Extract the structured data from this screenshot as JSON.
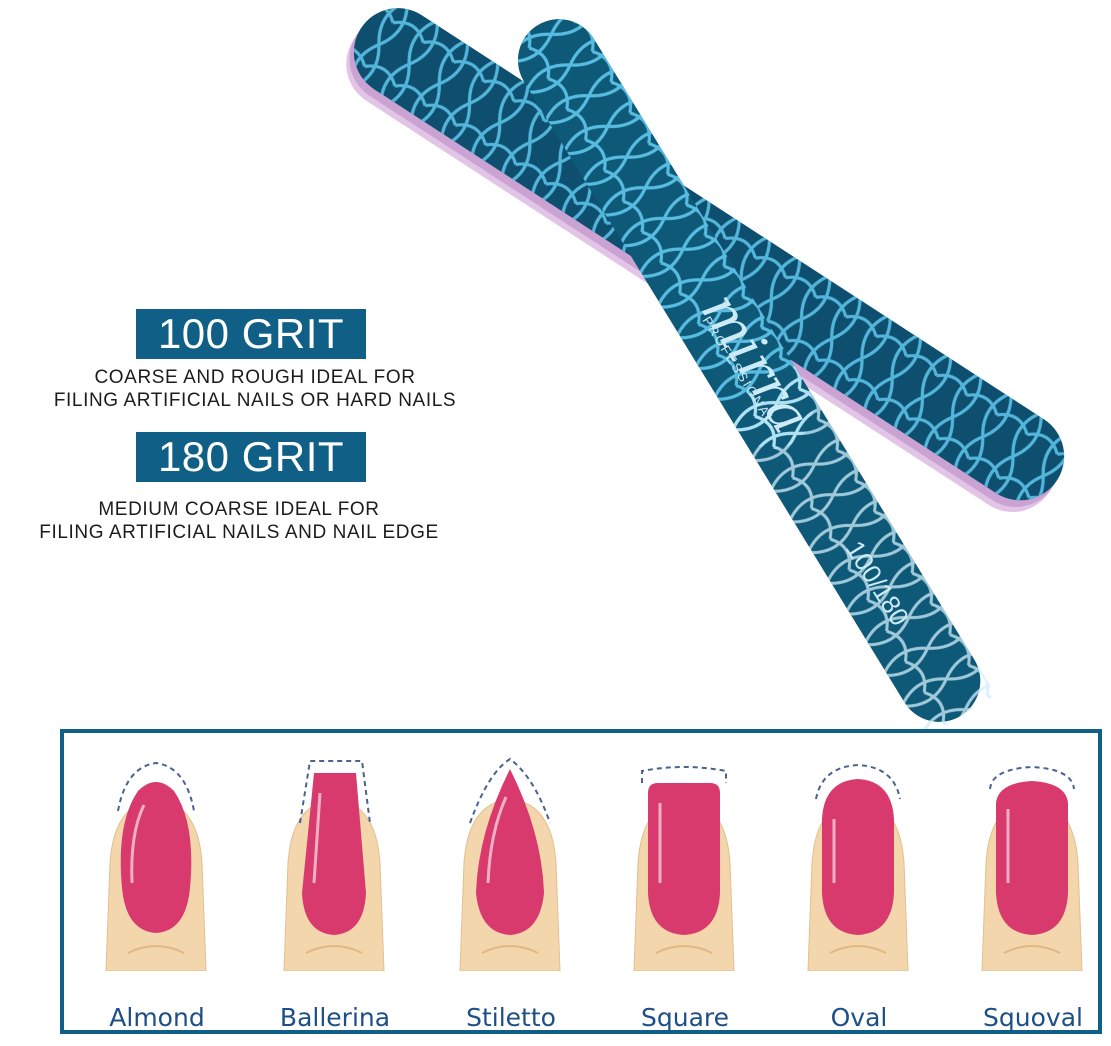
{
  "grits": [
    {
      "label": "100 GRIT",
      "description_lines": [
        "COARSE AND ROUGH IDEAL FOR",
        "FILING ARTIFICIAL NAILS OR HARD NAILS"
      ]
    },
    {
      "label": "180 GRIT",
      "description_lines": [
        "MEDIUM COARSE IDEAL FOR",
        "FILING ARTIFICIAL NAILS AND NAIL EDGE"
      ]
    }
  ],
  "file": {
    "brand": "mirra",
    "brand_sub": "PROFESSIONAL",
    "grit_marking": "100/180"
  },
  "shapes": [
    {
      "name": "Almond"
    },
    {
      "name": "Ballerina"
    },
    {
      "name": "Stiletto"
    },
    {
      "name": "Square"
    },
    {
      "name": "Oval"
    },
    {
      "name": "Squoval"
    }
  ],
  "colors": {
    "accent_blue": "#0f5f86",
    "file_blue": "#0e5878",
    "file_pattern": "#5fc7ec",
    "nail_pink": "#d83a6e",
    "skin": "#f3d6ac",
    "label_blue": "#1d4f86"
  }
}
